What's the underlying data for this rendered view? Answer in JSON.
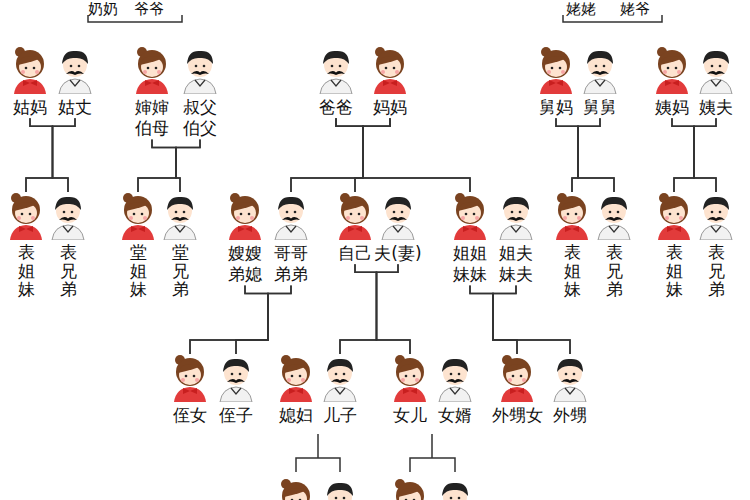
{
  "diagram": {
    "nodes": [
      {
        "text": [
          "姑妈"
        ]
      },
      {
        "text": [
          "姑丈"
        ]
      },
      {
        "text": [
          "婶婶 伯母"
        ]
      },
      {
        "text": [
          "叔父 伯父"
        ]
      },
      {
        "text": [
          "爸爸"
        ]
      },
      {
        "text": [
          "妈妈"
        ]
      },
      {
        "text": [
          "舅妈"
        ]
      },
      {
        "text": [
          "舅舅"
        ]
      },
      {
        "text": [
          "姨妈"
        ]
      },
      {
        "text": [
          "姨夫"
        ]
      },
      {
        "text": [
          "表姐妹"
        ]
      },
      {
        "text": [
          "表兄弟"
        ]
      },
      {
        "text": [
          "堂姐妹"
        ]
      },
      {
        "text": [
          "堂兄弟"
        ]
      },
      {
        "text": [
          "嫂嫂 弟媳"
        ]
      },
      {
        "text": [
          "哥哥 弟弟"
        ]
      },
      {
        "text": [
          "自己"
        ]
      },
      {
        "text": [
          "夫(妻)"
        ]
      },
      {
        "text": [
          "姐姐 妹妹"
        ]
      },
      {
        "text": [
          "姐夫 妹夫"
        ]
      },
      {
        "text": [
          "表姐妹"
        ]
      },
      {
        "text": [
          "表兄弟"
        ]
      },
      {
        "text": [
          "表姐妹"
        ]
      },
      {
        "text": [
          "表兄弟"
        ]
      },
      {
        "text": [
          "侄女"
        ]
      },
      {
        "text": [
          "侄子"
        ]
      },
      {
        "text": [
          "媳妇"
        ]
      },
      {
        "text": [
          "儿子"
        ]
      },
      {
        "text": [
          "女儿"
        ]
      },
      {
        "text": [
          "女婿"
        ]
      },
      {
        "text": [
          "外甥女"
        ]
      },
      {
        "text": [
          "外甥"
        ]
      }
    ],
    "edges": [
      {
        "from": 0,
        "to": 10,
        "arrow": "none"
      },
      {
        "from": 0,
        "to": 11,
        "arrow": "none"
      },
      {
        "from": 1,
        "to": 10,
        "arrow": "none"
      },
      {
        "from": 1,
        "to": 11,
        "arrow": "none"
      },
      {
        "from": 2,
        "to": 12,
        "arrow": "none"
      },
      {
        "from": 2,
        "to": 13,
        "arrow": "none"
      },
      {
        "from": 3,
        "to": 12,
        "arrow": "none"
      },
      {
        "from": 3,
        "to": 13,
        "arrow": "none"
      },
      {
        "from": 4,
        "to": 15,
        "arrow": "none"
      },
      {
        "from": 4,
        "to": 16,
        "arrow": "none"
      },
      {
        "from": 4,
        "to": 18,
        "arrow": "none"
      },
      {
        "from": 5,
        "to": 15,
        "arrow": "none"
      },
      {
        "from": 5,
        "to": 16,
        "arrow": "none"
      },
      {
        "from": 5,
        "to": 18,
        "arrow": "none"
      },
      {
        "from": 6,
        "to": 20,
        "arrow": "none"
      },
      {
        "from": 6,
        "to": 21,
        "arrow": "none"
      },
      {
        "from": 7,
        "to": 20,
        "arrow": "none"
      },
      {
        "from": 7,
        "to": 21,
        "arrow": "none"
      },
      {
        "from": 8,
        "to": 22,
        "arrow": "none"
      },
      {
        "from": 8,
        "to": 23,
        "arrow": "none"
      },
      {
        "from": 9,
        "to": 22,
        "arrow": "none"
      },
      {
        "from": 9,
        "to": 23,
        "arrow": "none"
      },
      {
        "from": 14,
        "to": 24,
        "arrow": "none"
      },
      {
        "from": 14,
        "to": 25,
        "arrow": "none"
      },
      {
        "from": 15,
        "to": 24,
        "arrow": "none"
      },
      {
        "from": 15,
        "to": 25,
        "arrow": "none"
      },
      {
        "from": 16,
        "to": 27,
        "arrow": "none"
      },
      {
        "from": 16,
        "to": 28,
        "arrow": "none"
      },
      {
        "from": 17,
        "to": 27,
        "arrow": "none"
      },
      {
        "from": 17,
        "to": 28,
        "arrow": "none"
      },
      {
        "from": 18,
        "to": 30,
        "arrow": "none"
      },
      {
        "from": 18,
        "to": 31,
        "arrow": "none"
      },
      {
        "from": 19,
        "to": 30,
        "arrow": "none"
      },
      {
        "from": 19,
        "to": 31,
        "arrow": "none"
      }
    ],
    "labels": [
      "奶奶",
      "爷爷",
      "姥姥",
      "姥爷"
    ]
  }
}
